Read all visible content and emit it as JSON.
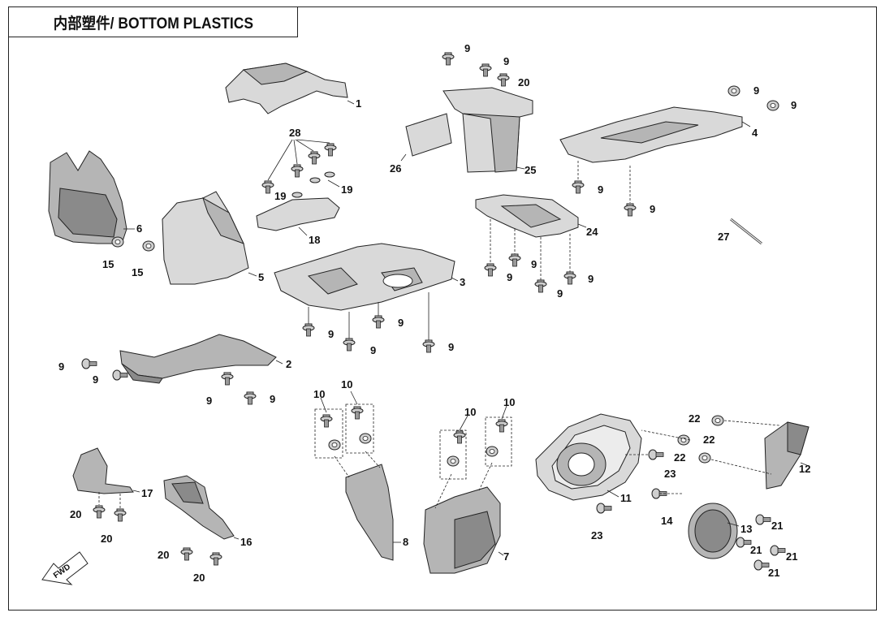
{
  "title": "内部塑件/ BOTTOM PLASTICS",
  "fwd_label": "FWD",
  "callouts": {
    "c1": "1",
    "c2": "2",
    "c3": "3",
    "c4": "4",
    "c5": "5",
    "c6": "6",
    "c7": "7",
    "c8": "8",
    "c9": "9",
    "c10": "10",
    "c11": "11",
    "c12": "12",
    "c13": "13",
    "c14": "14",
    "c15": "15",
    "c16": "16",
    "c17": "17",
    "c18": "18",
    "c19": "19",
    "c20": "20",
    "c21": "21",
    "c22": "22",
    "c23": "23",
    "c24": "24",
    "c25": "25",
    "c26": "26",
    "c27": "27",
    "c28": "28"
  }
}
